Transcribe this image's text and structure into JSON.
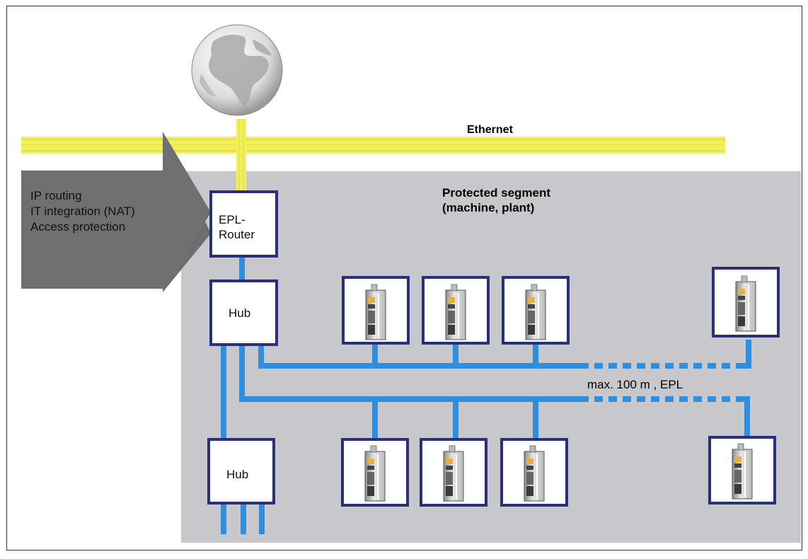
{
  "ethernet_label": "Ethernet",
  "segment": {
    "title_line1": "Protected segment",
    "title_line2": "(machine, plant)"
  },
  "arrow_lines": [
    "IP routing",
    "IT integration (NAT)",
    "Access protection"
  ],
  "router": {
    "line1": "EPL-",
    "line2": "Router"
  },
  "hub_top": "Hub",
  "hub_bottom": "Hub",
  "cable_label": "max. 100 m , EPL",
  "colors": {
    "ethernet": "#f3f05a",
    "ethernet_dark": "#d9d64a",
    "epl_cable": "#2e8fe0",
    "box_border": "#2a2f7a",
    "segment_bg": "#c8c8cc",
    "arrow": "#6e6e70"
  },
  "icons": {
    "globe": "globe-icon",
    "drive": "servo-drive-icon"
  }
}
